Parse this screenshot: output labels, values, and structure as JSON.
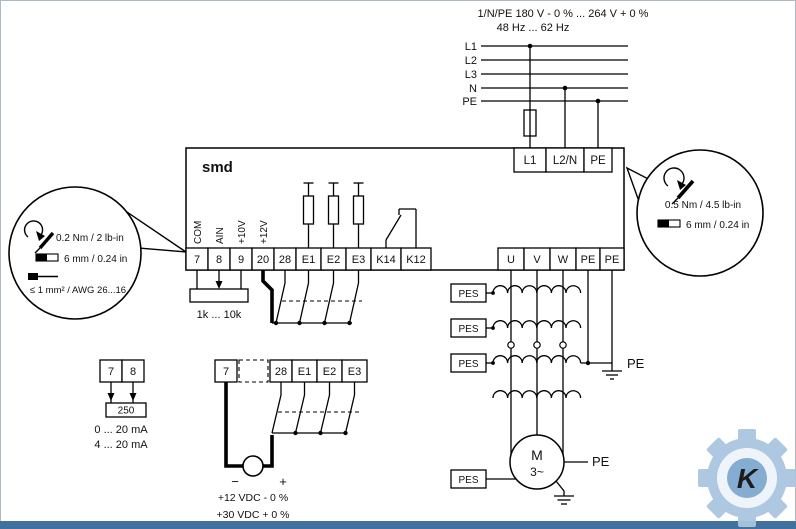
{
  "supply": {
    "rating1": "1/N/PE 180 V - 0 % ... 264 V + 0 %",
    "rating2": "48 Hz ... 62 Hz",
    "lines": [
      "L1",
      "L2",
      "L3",
      "N",
      "PE"
    ]
  },
  "device": {
    "name": "smd",
    "mains": [
      "L1",
      "L2/N",
      "PE"
    ],
    "control": [
      "7",
      "8",
      "9",
      "20",
      "28",
      "E1",
      "E2",
      "E3",
      "K14",
      "K12"
    ],
    "signals": [
      "COM",
      "AIN",
      "+10V",
      "+12V"
    ],
    "output": [
      "U",
      "V",
      "W",
      "PE",
      "PE"
    ]
  },
  "pot": {
    "label": "1k ... 10k"
  },
  "callout_left": {
    "torque": "0.2 Nm / 2 lb-in",
    "strip": "6 mm / 0.24 in",
    "wire": "≤ 1 mm² / AWG 26...16"
  },
  "callout_right": {
    "torque": "0.5 Nm / 4.5 lb-in",
    "strip": "6 mm / 0.24 in"
  },
  "current_loop": {
    "t7": "7",
    "t8": "8",
    "resistor": "250",
    "range1": "0 ... 20 mA",
    "range2": "4 ... 20 mA"
  },
  "ext_supply": {
    "t7": "7",
    "t28": "28",
    "e1": "E1",
    "e2": "E2",
    "e3": "E3",
    "minus": "−",
    "plus": "+",
    "line1": "+12 VDC - 0 %",
    "line2": "+30 VDC + 0 %"
  },
  "motor": {
    "m": "M",
    "phase": "3~",
    "pe": "PE"
  },
  "shield": {
    "pes": "PES",
    "pe": "PE"
  },
  "watermark": {
    "letter": "K"
  },
  "colors": {
    "bottom_bar": "#41729f",
    "watermark_blue": "#a9c6df"
  }
}
